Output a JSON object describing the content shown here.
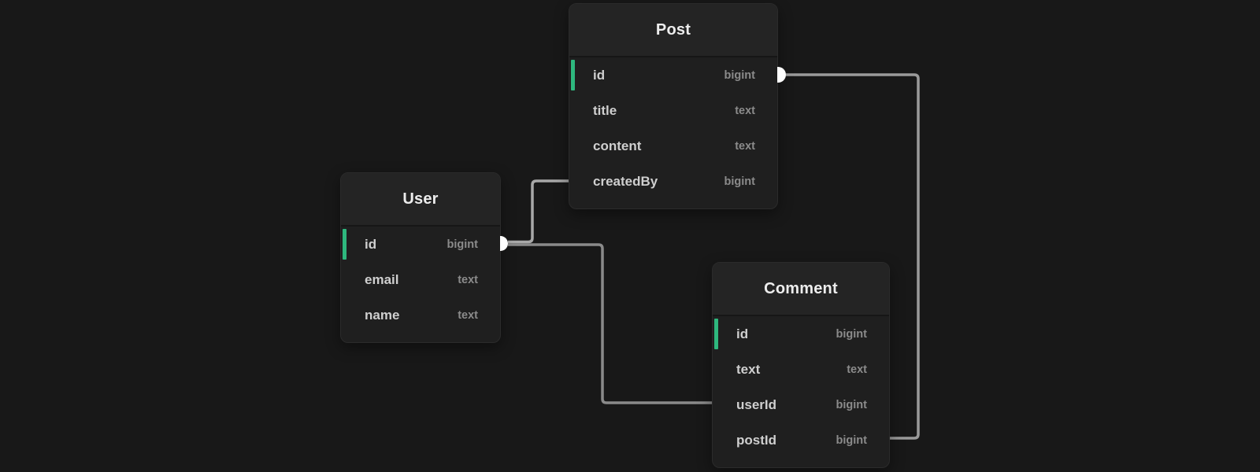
{
  "colors": {
    "canvas_bg": "#181818",
    "node_bg": "#1f1f1f",
    "node_header_bg": "#242424",
    "node_border": "#2b2b2b",
    "title_text": "#ededed",
    "column_name_text": "#cfcfcf",
    "column_type_text": "#8b8b8b",
    "primary_key_accent": "#2eb87e",
    "handle_fill": "#ffffff",
    "edge_user_post": "#a8a8a8",
    "edge_user_comment": "#8a8a8a",
    "edge_post_comment": "#9a9a9a"
  },
  "tables": [
    {
      "name": "Post",
      "columns": [
        {
          "name": "id",
          "type": "bigint",
          "primary_key": true
        },
        {
          "name": "title",
          "type": "text",
          "primary_key": false
        },
        {
          "name": "content",
          "type": "text",
          "primary_key": false
        },
        {
          "name": "createdBy",
          "type": "bigint",
          "primary_key": false
        }
      ]
    },
    {
      "name": "User",
      "columns": [
        {
          "name": "id",
          "type": "bigint",
          "primary_key": true
        },
        {
          "name": "email",
          "type": "text",
          "primary_key": false
        },
        {
          "name": "name",
          "type": "text",
          "primary_key": false
        }
      ]
    },
    {
      "name": "Comment",
      "columns": [
        {
          "name": "id",
          "type": "bigint",
          "primary_key": true
        },
        {
          "name": "text",
          "type": "text",
          "primary_key": false
        },
        {
          "name": "userId",
          "type": "bigint",
          "primary_key": false
        },
        {
          "name": "postId",
          "type": "bigint",
          "primary_key": false
        }
      ]
    }
  ],
  "relationships": [
    {
      "from_table": "User",
      "from_column": "id",
      "to_table": "Post",
      "to_column": "createdBy"
    },
    {
      "from_table": "User",
      "from_column": "id",
      "to_table": "Comment",
      "to_column": "userId"
    },
    {
      "from_table": "Post",
      "from_column": "id",
      "to_table": "Comment",
      "to_column": "postId"
    }
  ]
}
